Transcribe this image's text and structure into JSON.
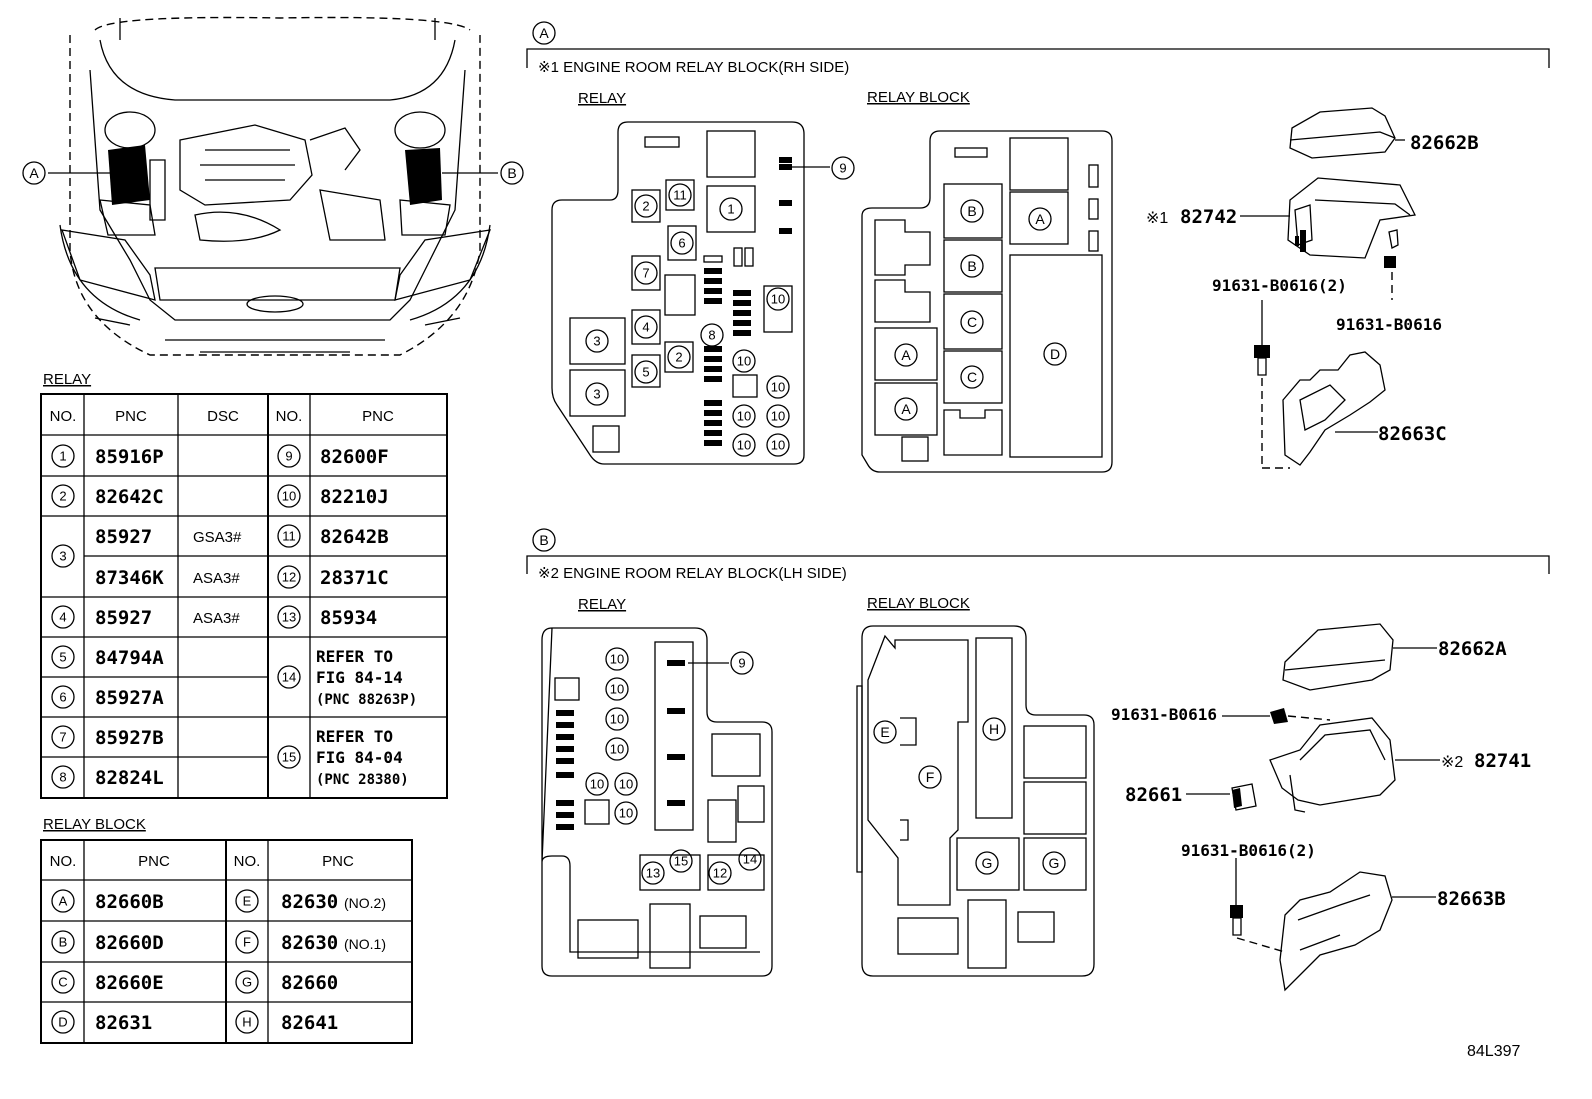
{
  "callouts": {
    "A": "A",
    "B": "B"
  },
  "section_a": {
    "title": "※1 ENGINE ROOM RELAY BLOCK(RH SIDE)",
    "relay_label": "RELAY",
    "relay_block_label": "RELAY BLOCK",
    "parts": {
      "cover": "82662B",
      "block": "82742",
      "block_note": "※1",
      "bolt_pair": "91631-B0616(2)",
      "bolt": "91631-B0616",
      "bracket": "82663C"
    }
  },
  "section_b": {
    "title": "※2 ENGINE ROOM RELAY BLOCK(LH SIDE)",
    "relay_label": "RELAY",
    "relay_block_label": "RELAY BLOCK",
    "parts": {
      "cover": "82662A",
      "block": "82741",
      "block_note": "※2",
      "bolt": "91631-B0616",
      "clip": "82661",
      "bolt_pair": "91631-B0616(2)",
      "bracket": "82663B"
    }
  },
  "relay_table": {
    "title": "RELAY",
    "headers": [
      "NO.",
      "PNC",
      "DSC",
      "NO.",
      "PNC"
    ],
    "left": [
      {
        "no": "1",
        "pnc": "85916P",
        "dsc": ""
      },
      {
        "no": "2",
        "pnc": "82642C",
        "dsc": ""
      },
      {
        "no": "3",
        "pnc": "85927",
        "dsc": "GSA3#"
      },
      {
        "no": "",
        "pnc": "87346K",
        "dsc": "ASA3#"
      },
      {
        "no": "4",
        "pnc": "85927",
        "dsc": "ASA3#"
      },
      {
        "no": "5",
        "pnc": "84794A",
        "dsc": ""
      },
      {
        "no": "6",
        "pnc": "85927A",
        "dsc": ""
      },
      {
        "no": "7",
        "pnc": "85927B",
        "dsc": ""
      },
      {
        "no": "8",
        "pnc": "82824L",
        "dsc": ""
      }
    ],
    "right": [
      {
        "no": "9",
        "pnc": "82600F"
      },
      {
        "no": "10",
        "pnc": "82210J"
      },
      {
        "no": "11",
        "pnc": "82642B"
      },
      {
        "no": "12",
        "pnc": "28371C"
      },
      {
        "no": "13",
        "pnc": "85934"
      },
      {
        "no": "14",
        "line1": "REFER TO",
        "line2": "FIG 84-14",
        "line3": "(PNC 88263P)"
      },
      {
        "no": "15",
        "line1": "REFER TO",
        "line2": "FIG 84-04",
        "line3": "(PNC 28380)"
      }
    ]
  },
  "relay_block_table": {
    "title": "RELAY BLOCK",
    "headers": [
      "NO.",
      "PNC",
      "NO.",
      "PNC"
    ],
    "rows": [
      {
        "no1": "A",
        "pnc1": "82660B",
        "no2": "E",
        "pnc2": "82630",
        "note2": "(NO.2)"
      },
      {
        "no1": "B",
        "pnc1": "82660D",
        "no2": "F",
        "pnc2": "82630",
        "note2": "(NO.1)"
      },
      {
        "no1": "C",
        "pnc1": "82660E",
        "no2": "G",
        "pnc2": "82660",
        "note2": ""
      },
      {
        "no1": "D",
        "pnc1": "82631",
        "no2": "H",
        "pnc2": "82641",
        "note2": ""
      }
    ]
  },
  "figure_code": "84L397"
}
